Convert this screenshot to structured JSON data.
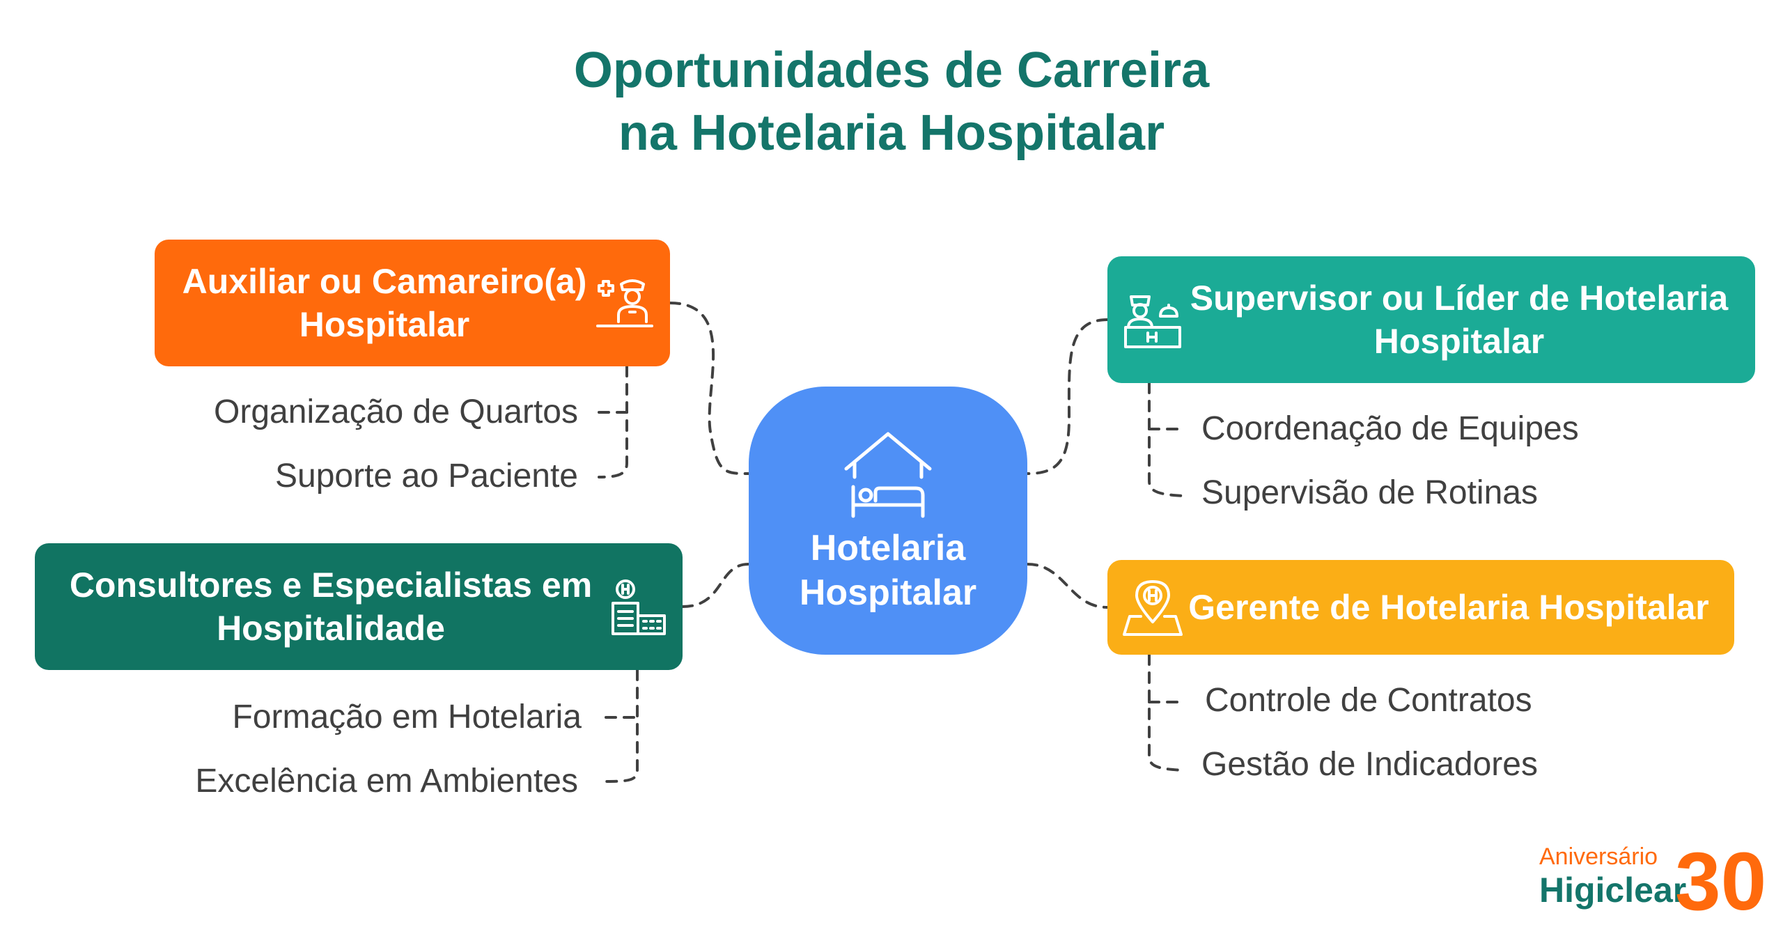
{
  "title": {
    "line1": "Oportunidades de Carreira",
    "line2": "na Hotelaria Hospitalar"
  },
  "center": {
    "line1": "Hotelaria",
    "line2": "Hospitalar",
    "icon": "hotel-bed-icon",
    "color": "#4f90f6"
  },
  "branches": [
    {
      "line1": "Auxiliar ou Camareiro(a)",
      "line2": "Hospitalar",
      "icon": "nurse-icon",
      "color": "#ff6a0c",
      "items": [
        "Organização de Quartos",
        "Suporte ao Paciente"
      ]
    },
    {
      "line1": "Consultores e Especialistas em",
      "line2": "Hospitalidade",
      "icon": "hospital-building-icon",
      "color": "#117462",
      "items": [
        "Formação em Hotelaria",
        "Excelência em Ambientes"
      ]
    },
    {
      "line1": "Supervisor ou Líder de Hotelaria",
      "line2": "Hospitalar",
      "icon": "receptionist-icon",
      "color": "#1bab96",
      "items": [
        "Coordenação de Equipes",
        "Supervisão de Rotinas"
      ]
    },
    {
      "line1": "Gerente de Hotelaria Hospitalar",
      "icon": "hospital-location-icon",
      "color": "#fbae16",
      "items": [
        "Controle de Contratos",
        "Gestão de Indicadores"
      ]
    }
  ],
  "logo": {
    "anniversary": "Aniversário",
    "brand": "Higiclear",
    "number": "30"
  },
  "colors": {
    "title": "#14756a",
    "connector": "#404040"
  }
}
